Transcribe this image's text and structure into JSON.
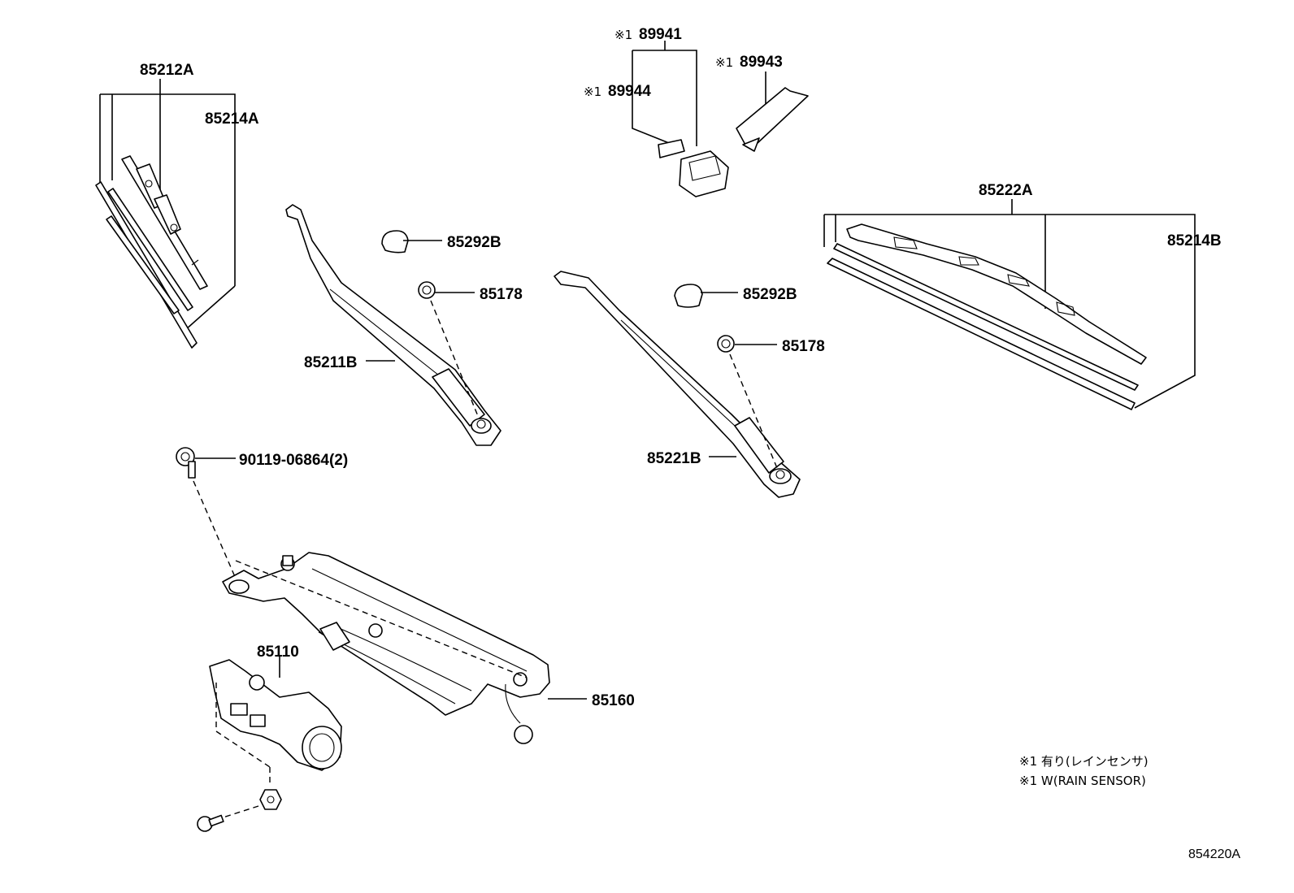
{
  "callouts": {
    "p85212A": "85212A",
    "p85214A": "85214A",
    "p89941": "89941",
    "p89944": "89944",
    "p89943": "89943",
    "p85222A": "85222A",
    "p85214B": "85214B",
    "p85292B_left": "85292B",
    "p85178_left": "85178",
    "p85211B": "85211B",
    "p85292B_right": "85292B",
    "p85178_right": "85178",
    "p85221B": "85221B",
    "p90119": "90119-06864(2)",
    "p85110": "85110",
    "p85160": "85160"
  },
  "marks": {
    "rain_mark": "※1"
  },
  "notes": {
    "line1": "※1 有り(レインセンサ)",
    "line2": "※1 W(RAIN SENSOR)"
  },
  "diagram_code": "854220A"
}
